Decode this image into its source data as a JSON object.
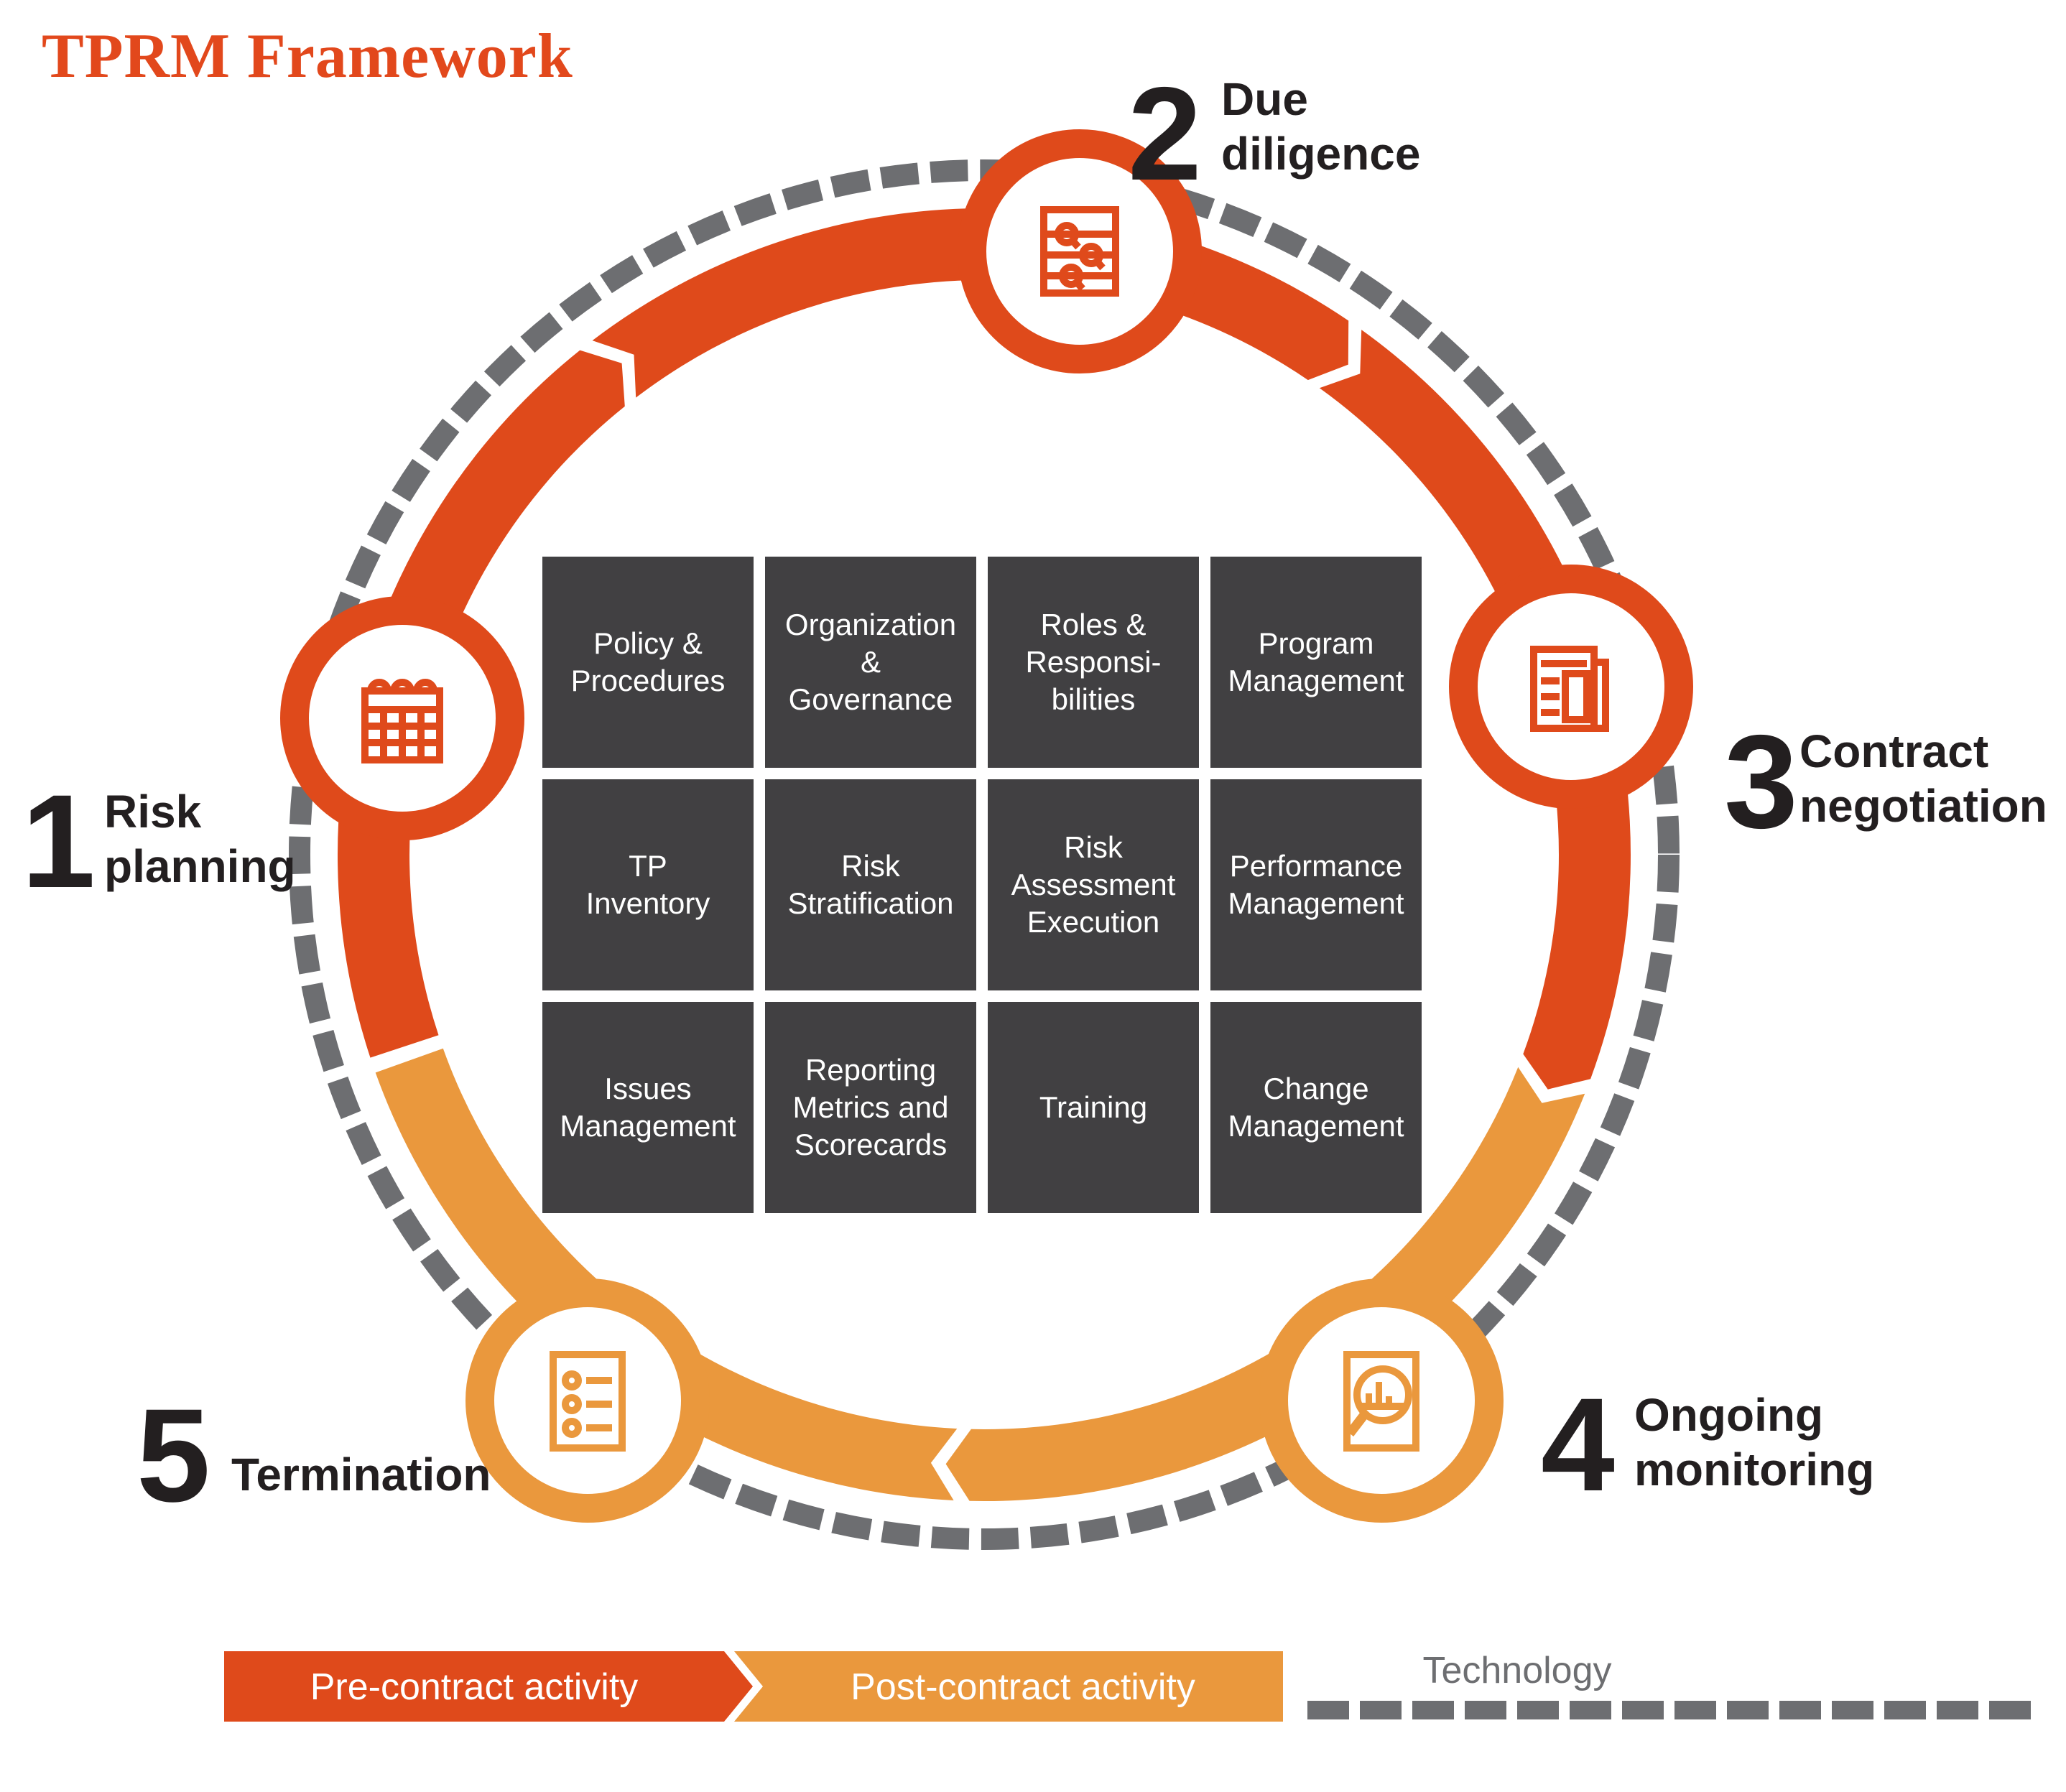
{
  "title": "TPRM Framework",
  "colors": {
    "pre_contract": "#DF4A1B",
    "post_contract": "#EA983D",
    "technology_gray": "#6D6E71",
    "box_dark": "#414042",
    "text_black": "#231F20",
    "title_red": "#E2481C",
    "box_text": "#FFFFFF"
  },
  "stages": [
    {
      "number": "1",
      "label": "Risk\nplanning",
      "icon": "calendar-icon",
      "phase": "pre_contract"
    },
    {
      "number": "2",
      "label": "Due\ndiligence",
      "icon": "sliders-search-icon",
      "phase": "pre_contract"
    },
    {
      "number": "3",
      "label": "Contract\nnegotiation",
      "icon": "newspaper-icon",
      "phase": "pre_contract"
    },
    {
      "number": "4",
      "label": "Ongoing\nmonitoring",
      "icon": "magnifier-chart-icon",
      "phase": "post_contract"
    },
    {
      "number": "5",
      "label": "Termination",
      "icon": "checklist-icon",
      "phase": "post_contract"
    }
  ],
  "grid": {
    "rows": [
      [
        "Policy &\nProcedures",
        "Organization\n&\nGovernance",
        "Roles &\nResponsi-\nbilities",
        "Program\nManagement"
      ],
      [
        "TP\nInventory",
        "Risk\nStratification",
        "Risk\nAssessment\nExecution",
        "Performance\nManagement"
      ],
      [
        "Issues\nManagement",
        "Reporting\nMetrics and\nScorecards",
        "Training",
        "Change\nManagement"
      ]
    ]
  },
  "legend": {
    "pre": "Pre-contract activity",
    "post": "Post-contract activity",
    "tech": "Technology"
  }
}
